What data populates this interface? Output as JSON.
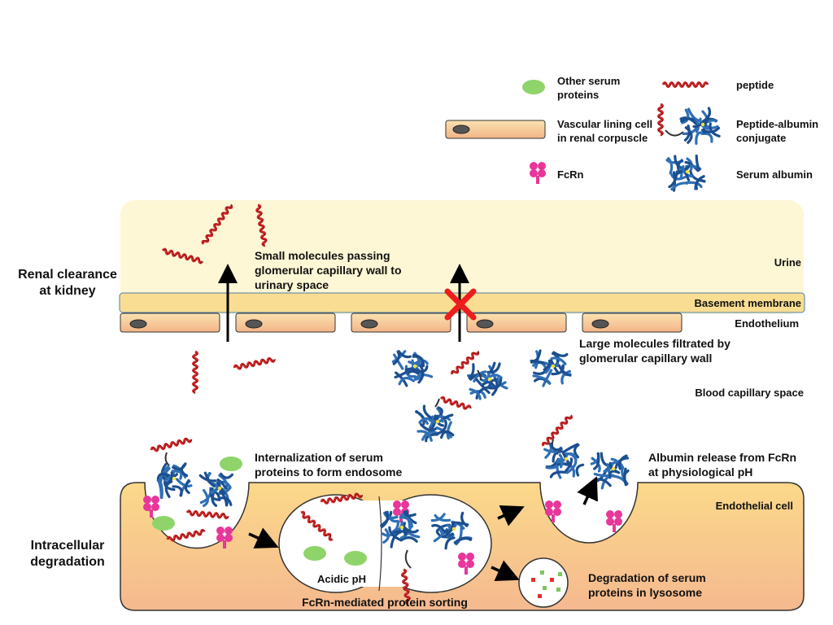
{
  "legend": {
    "other_serum_proteins": [
      "Other serum",
      "proteins"
    ],
    "peptide": "peptide",
    "vascular_lining_cell": [
      "Vascular lining cell",
      "in renal corpuscle"
    ],
    "peptide_albumin_conjugate": [
      "Peptide-albumin",
      "conjugate"
    ],
    "fcrn": "FcRn",
    "serum_albumin": "Serum albumin"
  },
  "regions": {
    "urine": "Urine",
    "basement_membrane": "Basement membrane",
    "endothelium": "Endothelium",
    "blood_capillary_space": "Blood capillary space",
    "endothelial_cell": "Endothelial cell"
  },
  "side_labels": {
    "renal_clearance": [
      "Renal clearance",
      "at kidney"
    ],
    "intracellular_degradation": [
      "Intracellular",
      "degradation"
    ]
  },
  "annotations": {
    "small_molecules": [
      "Small molecules passing",
      "glomerular capillary wall to",
      "urinary space"
    ],
    "large_molecules": [
      "Large molecules filtrated by",
      "glomerular capillary wall"
    ],
    "internalization": [
      "Internalization of  serum",
      "proteins to form endosome"
    ],
    "albumin_release": [
      "Albumin release from FcRn",
      "at physiological pH"
    ],
    "acidic_ph": "Acidic pH",
    "fcrn_sorting": "FcRn-mediated protein sorting",
    "degradation": [
      "Degradation of serum",
      "proteins in lysosome"
    ]
  },
  "colors": {
    "urine_fill": "#fdf7d6",
    "membrane_fill": "#f9dd92",
    "cell_top": "#fbd98a",
    "cell_bottom": "#f5b98f",
    "peptide": "#d42a2a",
    "albumin": "#2f6fb5",
    "fcrn": "#e8369a",
    "other_protein": "#8ed46b",
    "block_x": "#ee1c1c"
  }
}
